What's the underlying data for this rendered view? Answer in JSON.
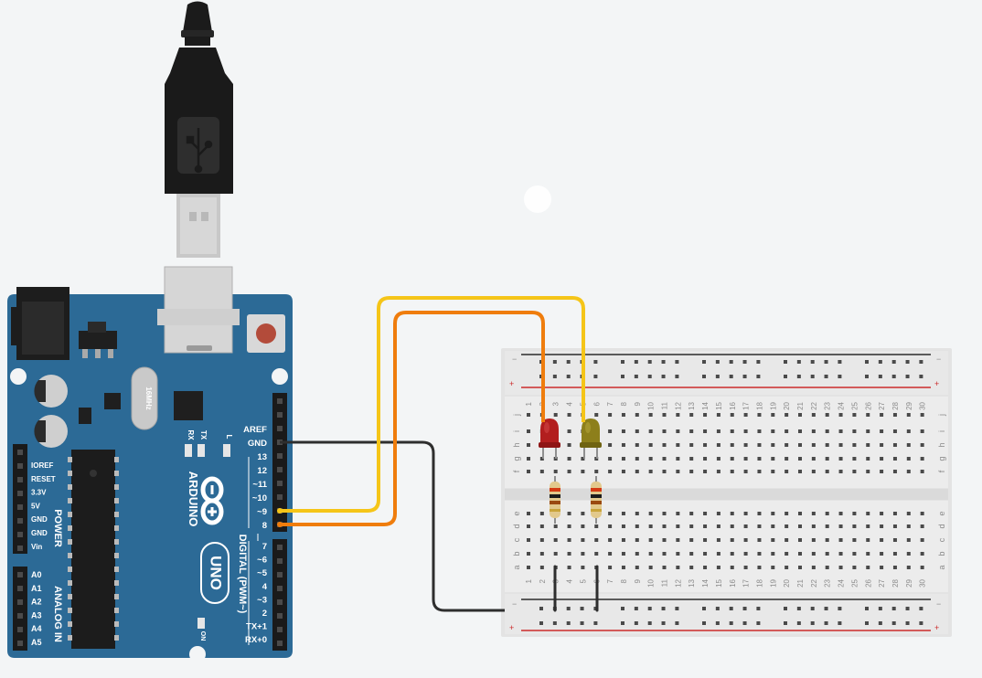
{
  "scene": {
    "title": "",
    "cursor": "cursor-indicator"
  },
  "arduino": {
    "brand": "ARDUINO",
    "model": "UNO",
    "crystal": "16MHz",
    "power_header": [
      "IOREF",
      "RESET",
      "3.3V",
      "5V",
      "GND",
      "GND",
      "Vin"
    ],
    "power_section": "POWER",
    "analog_header": [
      "A0",
      "A1",
      "A2",
      "A3",
      "A4",
      "A5"
    ],
    "analog_section": "ANALOG IN",
    "digital_top": [
      "AREF",
      "GND",
      "13",
      "12",
      "~11",
      "~10",
      "~9",
      "8"
    ],
    "digital_bottom": [
      "7",
      "~6",
      "~5",
      "4",
      "~3",
      "2",
      "TX+1",
      "RX+0"
    ],
    "digital_section": "DIGITAL (PWM~)",
    "led_labels": {
      "tx": "TX",
      "rx": "RX",
      "l": "L",
      "on": "ON"
    },
    "board_color": "#2c6a96"
  },
  "breadboard": {
    "columns": [
      "1",
      "2",
      "3",
      "4",
      "5",
      "6",
      "7",
      "8",
      "9",
      "10",
      "11",
      "12",
      "13",
      "14",
      "15",
      "16",
      "17",
      "18",
      "19",
      "20",
      "21",
      "22",
      "23",
      "24",
      "25",
      "26",
      "27",
      "28",
      "29",
      "30"
    ],
    "rows_top": [
      "j",
      "i",
      "h",
      "g",
      "f"
    ],
    "rows_bottom": [
      "e",
      "d",
      "c",
      "b",
      "a"
    ],
    "rail_minus": "−",
    "rail_plus": "+"
  },
  "components": {
    "led_red": {
      "color": "#b21e1e",
      "label": "red-led"
    },
    "led_yellow": {
      "color": "#8d7f1b",
      "label": "yellow-led"
    },
    "resistor_bands": [
      "#d43a12",
      "#1c1c1c",
      "#9a4a10",
      "#c9a43a"
    ]
  },
  "wires": {
    "yellow": "#f5c518",
    "orange": "#ef7d0d",
    "black": "#2e2e2e"
  }
}
